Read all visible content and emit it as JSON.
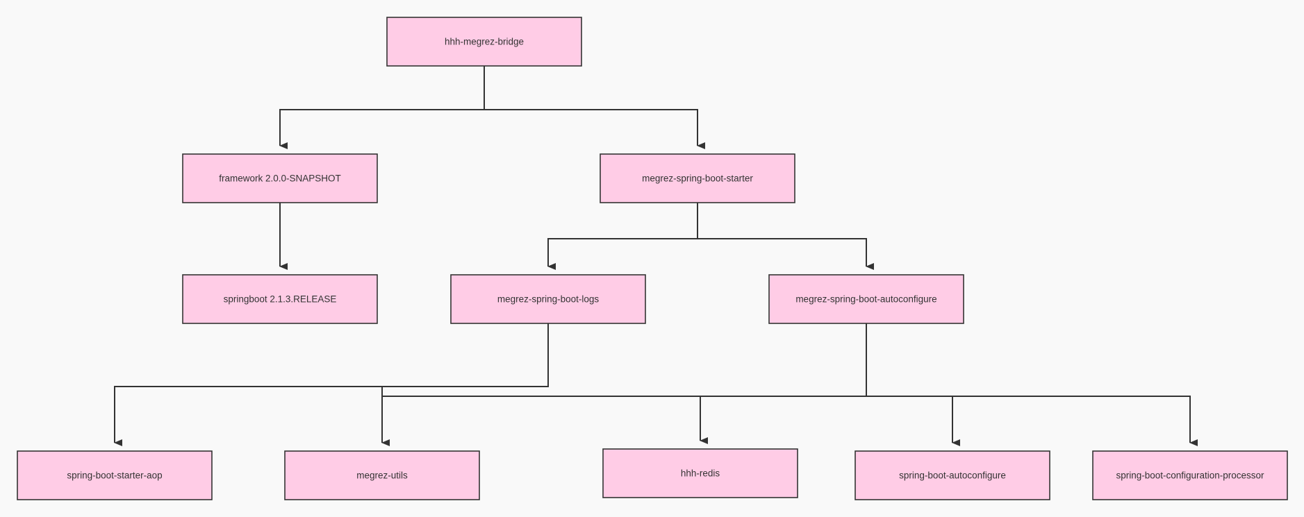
{
  "diagram": {
    "style": {
      "node_fill": "#ffccE6",
      "node_stroke": "#333333",
      "edge_color": "#333333",
      "background": "#f9f9f9"
    },
    "nodes": {
      "hhh_megrez_bridge": "hhh-megrez-bridge",
      "framework": "framework 2.0.0-SNAPSHOT",
      "megrez_spring_boot_starter": "megrez-spring-boot-starter",
      "springboot": "springboot 2.1.3.RELEASE",
      "megrez_spring_boot_logs": "megrez-spring-boot-logs",
      "megrez_spring_boot_autoconfigure": "megrez-spring-boot-autoconfigure",
      "spring_boot_starter_aop": "spring-boot-starter-aop",
      "megrez_utils": "megrez-utils",
      "hhh_redis": "hhh-redis",
      "spring_boot_autoconfigure": "spring-boot-autoconfigure",
      "spring_boot_configuration_processor": "spring-boot-configuration-processor"
    },
    "edges": [
      {
        "from": "hhh-megrez-bridge",
        "to": "framework 2.0.0-SNAPSHOT"
      },
      {
        "from": "hhh-megrez-bridge",
        "to": "megrez-spring-boot-starter"
      },
      {
        "from": "framework 2.0.0-SNAPSHOT",
        "to": "springboot 2.1.3.RELEASE"
      },
      {
        "from": "megrez-spring-boot-starter",
        "to": "megrez-spring-boot-logs"
      },
      {
        "from": "megrez-spring-boot-starter",
        "to": "megrez-spring-boot-autoconfigure"
      },
      {
        "from": "megrez-spring-boot-logs",
        "to": "spring-boot-starter-aop"
      },
      {
        "from": "megrez-spring-boot-logs",
        "to": "megrez-utils"
      },
      {
        "from": "megrez-spring-boot-autoconfigure",
        "to": "megrez-utils"
      },
      {
        "from": "megrez-spring-boot-autoconfigure",
        "to": "hhh-redis"
      },
      {
        "from": "megrez-spring-boot-autoconfigure",
        "to": "spring-boot-autoconfigure"
      },
      {
        "from": "megrez-spring-boot-autoconfigure",
        "to": "spring-boot-configuration-processor"
      }
    ]
  }
}
